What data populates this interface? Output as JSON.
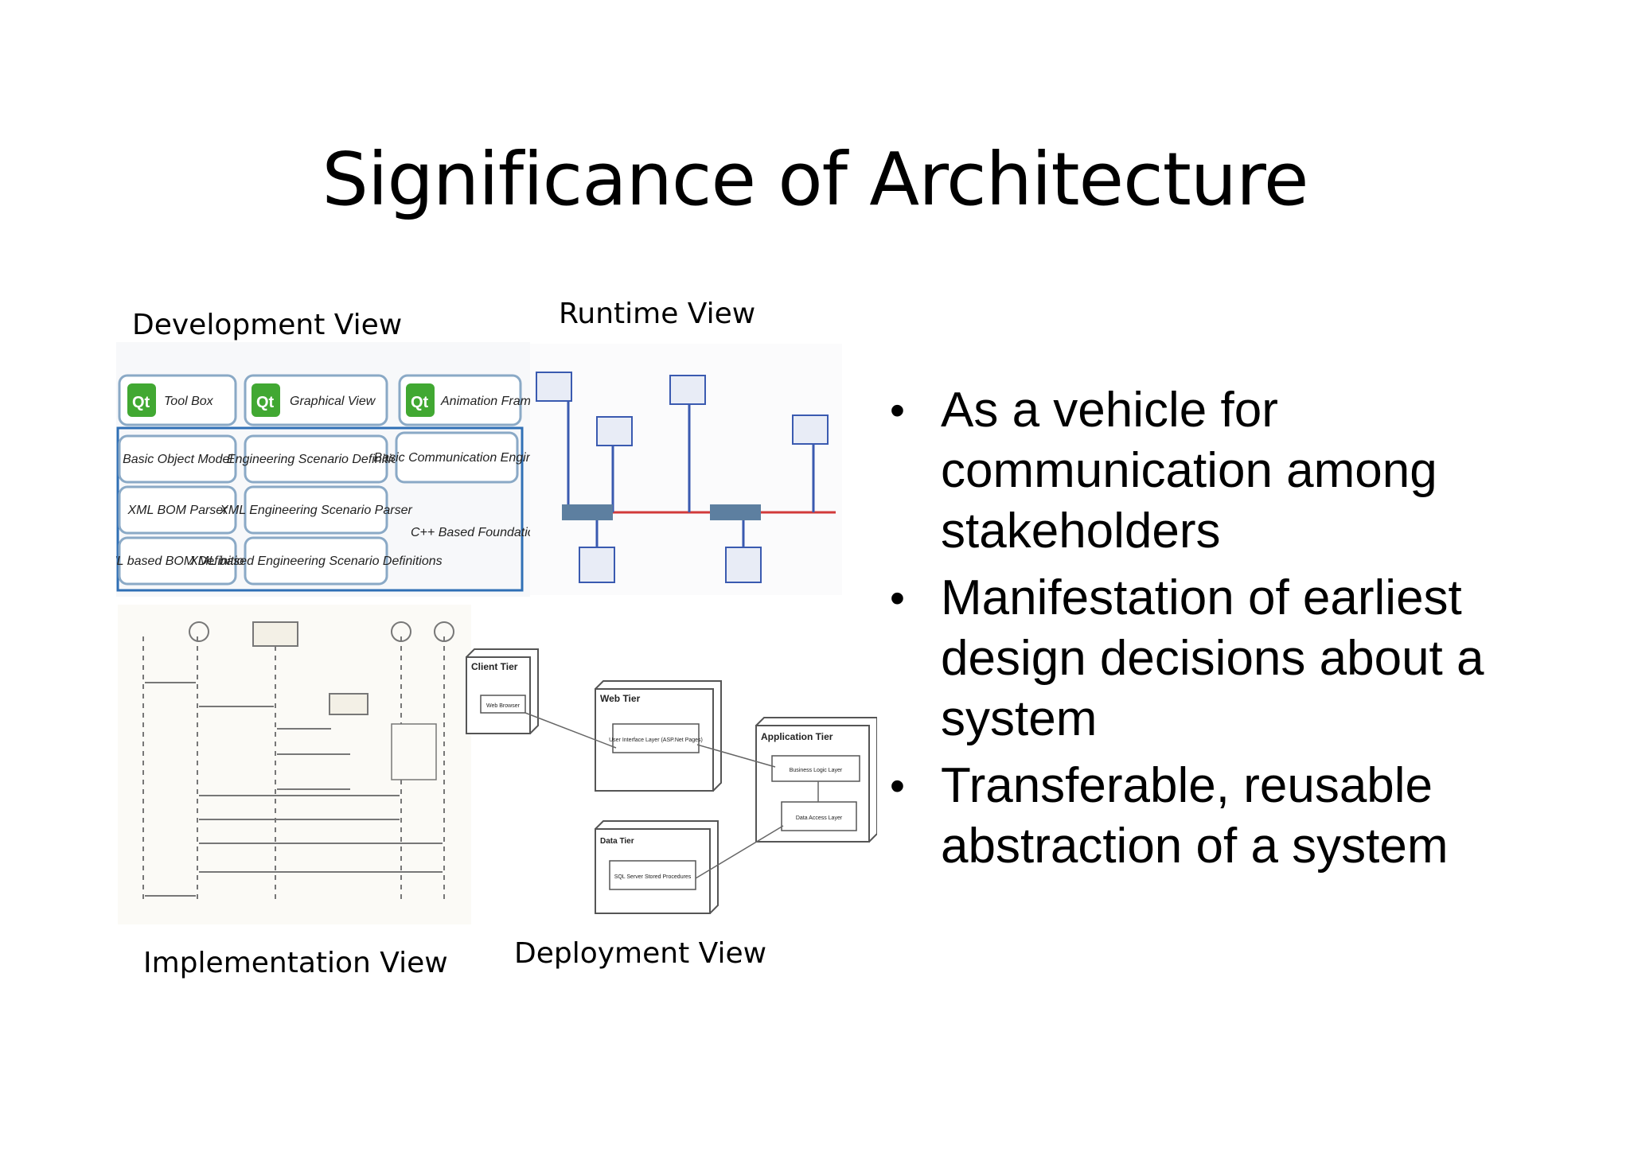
{
  "slide": {
    "title": "Significance of Architecture",
    "views": {
      "development": "Development View",
      "runtime": "Runtime View",
      "implementation": "Implementation View",
      "deployment": "Deployment View"
    },
    "bullets": [
      "As a vehicle for communication among stakeholders",
      "Manifestation of earliest design decisions about a system",
      "Transferable, reusable abstraction of a system"
    ],
    "bullet_glyph": "•"
  },
  "development_diagram": {
    "qt_boxes": [
      "Tool Box",
      "Graphical View",
      "Animation Framework"
    ],
    "qt_logo_text": "Qt",
    "col1": [
      "Basic Object Model",
      "XML BOM Parser",
      "XML based BOM Definitions"
    ],
    "col2": [
      "Engineering Scenario Definition",
      "XML Engineering Scenario Parser",
      "XML based Engineering Scenario Definitions"
    ],
    "col3": [
      "Basic Communication Engine",
      "C++ Based Foundation Architecture"
    ]
  },
  "deployment_diagram": {
    "nodes": {
      "client": {
        "title": "Client Tier",
        "component": "Web Browser"
      },
      "web": {
        "title": "Web Tier",
        "component": "User Interface Layer (ASP.Net Pages)"
      },
      "app": {
        "title": "Application Tier",
        "components": [
          "Business Logic Layer",
          "Data Access Layer"
        ]
      },
      "data": {
        "title": "Data Tier",
        "component": "SQL Server Stored Procedures"
      }
    }
  },
  "colors": {
    "qt_green": "#41a832",
    "dev_border": "#8aa9c6",
    "network_red": "#d23a3a",
    "uml_line": "#777777"
  }
}
